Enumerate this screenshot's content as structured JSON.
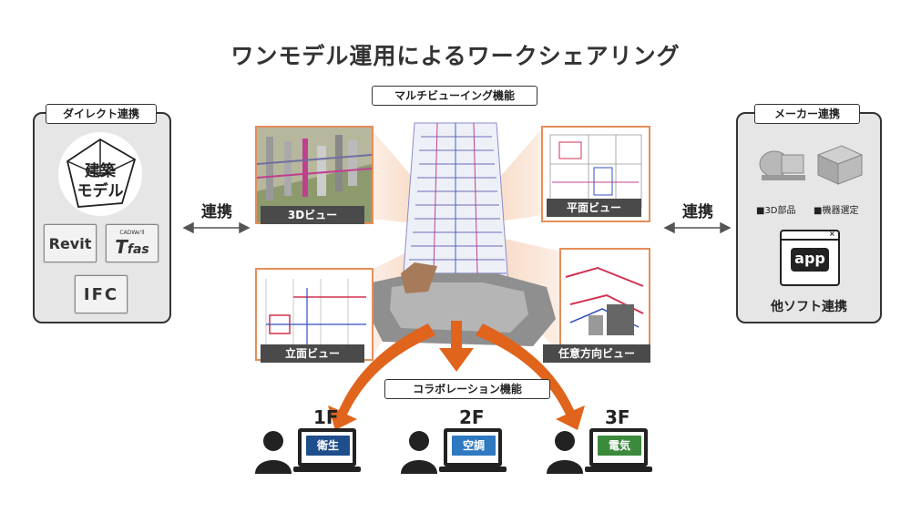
{
  "title": "ワンモデル運用によるワークシェアリング",
  "left_panel": {
    "header": "ダイレクト連携",
    "model_text_1": "建築",
    "model_text_2": "モデル",
    "revit": "Revit",
    "tfas_small": "CADWe'll",
    "tfas_big": "T",
    "tfas_rest": "fas",
    "ifc": "IFC"
  },
  "left_link": "連携",
  "right_link": "連携",
  "right_panel": {
    "header": "メーカー連携",
    "item1": "■3D部品",
    "item2": "■機器選定",
    "app": "app",
    "footer": "他ソフト連携"
  },
  "center": {
    "multiview_label": "マルチビューイング機能",
    "view_3d": "3Dビュー",
    "view_plan": "平面ビュー",
    "view_elevation": "立面ビュー",
    "view_any": "任意方向ビュー",
    "collab_label": "コラボレーション機能"
  },
  "workstations": [
    {
      "floor": "1F",
      "dept": "衛生",
      "color": "#1e4e8c"
    },
    {
      "floor": "2F",
      "dept": "空調",
      "color": "#2f79c0"
    },
    {
      "floor": "3F",
      "dept": "電気",
      "color": "#3c8a3c"
    }
  ],
  "colors": {
    "accent_orange": "#e0641c",
    "light_orange": "#f4c8a8"
  }
}
